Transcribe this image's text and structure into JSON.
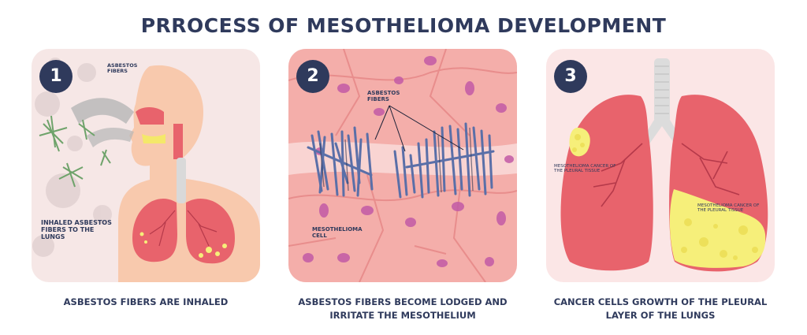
{
  "title": "PRROCESS OF MESOTHELIOMA DEVELOPMENT",
  "steps": [
    {
      "number": "1",
      "labels": {
        "fibers": "ASBESTOS FIBERS",
        "inhaled": "INHALED ASBESTOS FIBERS TO THE LUNGS"
      },
      "caption": "ASBESTOS FIBERS ARE INHALED"
    },
    {
      "number": "2",
      "labels": {
        "fibers": "ASBESTOS FIBERS",
        "cell": "MESOTHELIOMA CELL"
      },
      "caption": "ASBESTOS FIBERS BECOME LODGED AND IRRITATE THE MESOTHELIUM"
    },
    {
      "number": "3",
      "labels": {
        "left_lung": "MESOTHELIOMA CANCER OF THE PLEURAL TISSUE",
        "right_lung": "MESOTHELIOMA CANCER OF THE PLEURAL TISSUE"
      },
      "caption": "CANCER CELLS GROWTH OF THE PLEURAL LAYER OF THE LUNGS"
    }
  ],
  "colors": {
    "navy": "#2f3a5c",
    "skin": "#f8c9ad",
    "lung": "#e8636c",
    "tissue": "#f4aeaa",
    "nucleus": "#c25aa6",
    "tumor": "#f6ef7a",
    "fiber_green": "#6fa36b",
    "fiber_blue": "#5a6fa8"
  },
  "icons": [
    "human-silhouette-icon",
    "lungs-icon",
    "fiber-icon",
    "cell-nucleus-icon"
  ]
}
